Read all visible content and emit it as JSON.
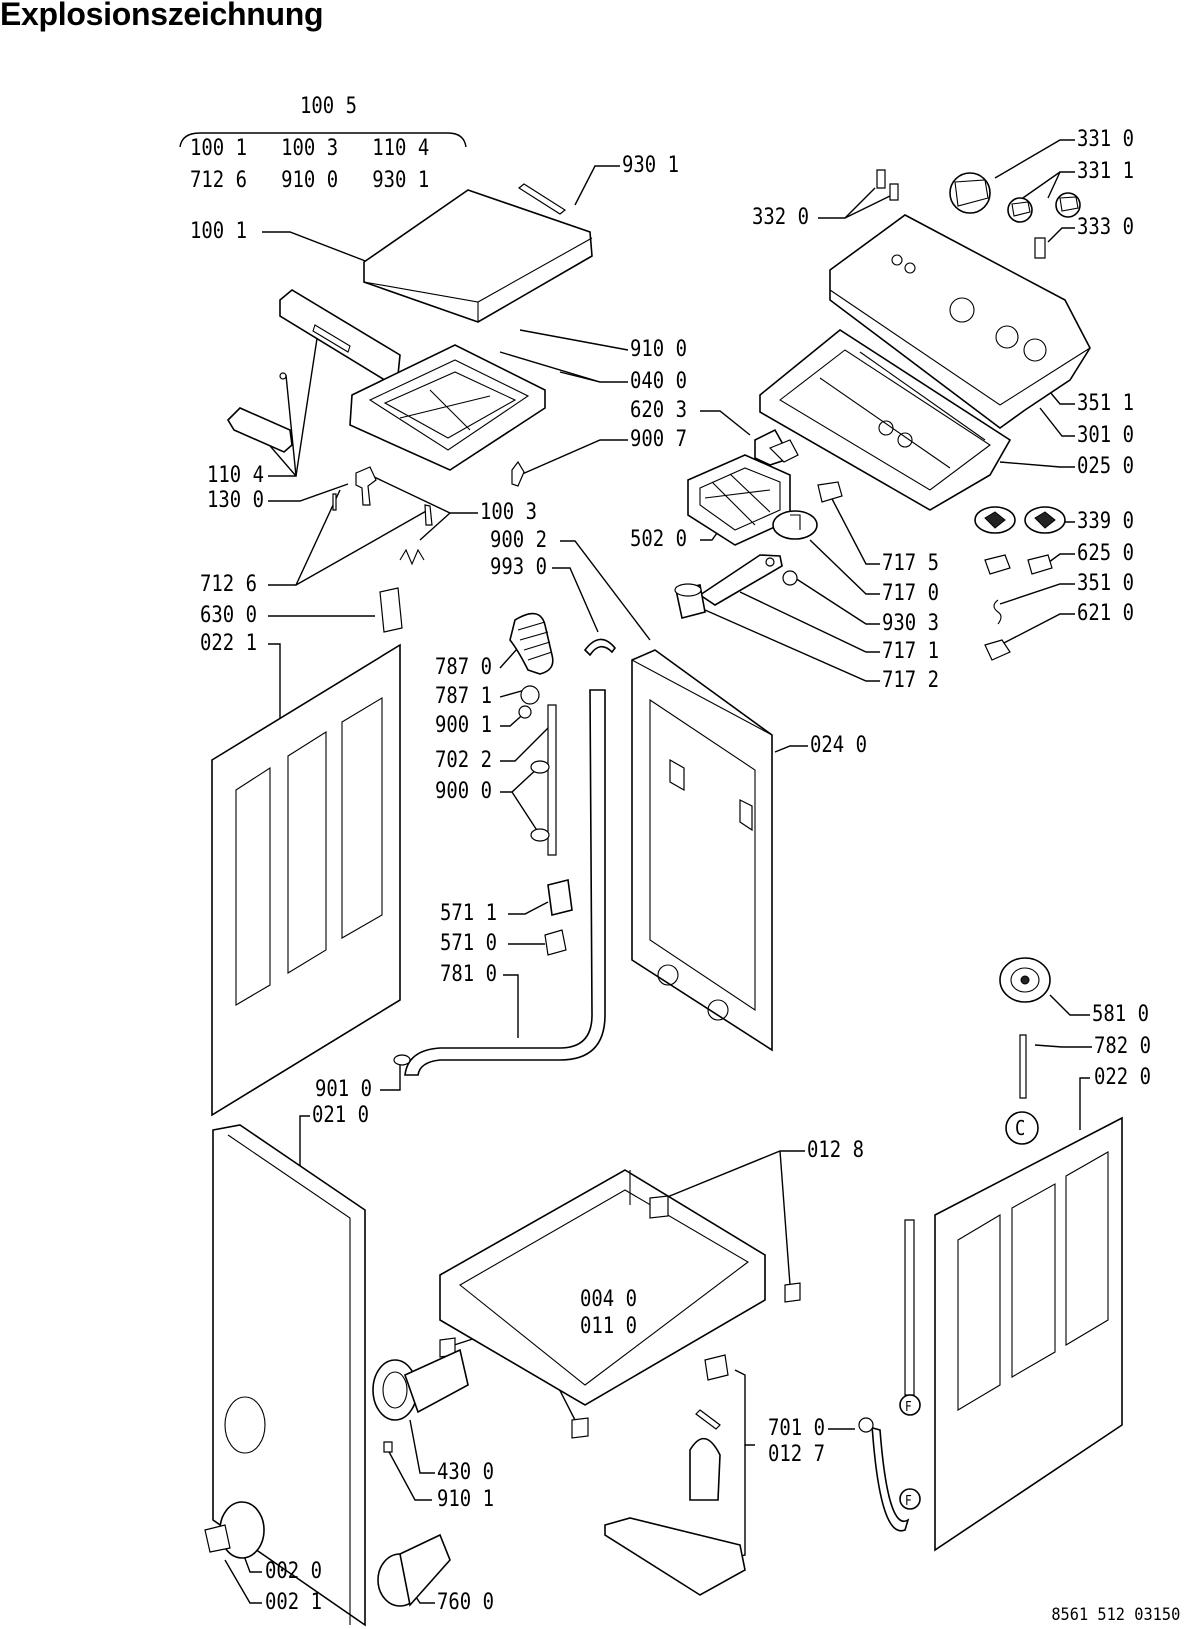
{
  "title": "Explosionszeichnung",
  "footer_code": "8561 512 03150",
  "callouts": [
    {
      "id": "c-1005",
      "text": "100 5"
    },
    {
      "id": "c-grp-row1",
      "text": "100 1   100 3   110 4"
    },
    {
      "id": "c-grp-row2",
      "text": "712 6   910 0   930 1"
    },
    {
      "id": "c-1001",
      "text": "100 1"
    },
    {
      "id": "c-9301-top",
      "text": "930 1"
    },
    {
      "id": "c-3310",
      "text": "331 0"
    },
    {
      "id": "c-3311",
      "text": "331 1"
    },
    {
      "id": "c-3320",
      "text": "332 0"
    },
    {
      "id": "c-3330",
      "text": "333 0"
    },
    {
      "id": "c-9100",
      "text": "910 0"
    },
    {
      "id": "c-0400",
      "text": "040 0"
    },
    {
      "id": "c-6203",
      "text": "620 3"
    },
    {
      "id": "c-9007",
      "text": "900 7"
    },
    {
      "id": "c-3511",
      "text": "351 1"
    },
    {
      "id": "c-3010",
      "text": "301 0"
    },
    {
      "id": "c-0250",
      "text": "025 0"
    },
    {
      "id": "c-1104",
      "text": "110 4"
    },
    {
      "id": "c-1300",
      "text": "130 0"
    },
    {
      "id": "c-1003",
      "text": "100 3"
    },
    {
      "id": "c-9002",
      "text": "900 2"
    },
    {
      "id": "c-9930",
      "text": "993 0"
    },
    {
      "id": "c-5020",
      "text": "502 0"
    },
    {
      "id": "c-7175",
      "text": "717 5"
    },
    {
      "id": "c-3390",
      "text": "339 0"
    },
    {
      "id": "c-6250",
      "text": "625 0"
    },
    {
      "id": "c-7170",
      "text": "717 0"
    },
    {
      "id": "c-3510",
      "text": "351 0"
    },
    {
      "id": "c-9303",
      "text": "930 3"
    },
    {
      "id": "c-6210",
      "text": "621 0"
    },
    {
      "id": "c-7171",
      "text": "717 1"
    },
    {
      "id": "c-7172",
      "text": "717 2"
    },
    {
      "id": "c-7126",
      "text": "712 6"
    },
    {
      "id": "c-6300",
      "text": "630 0"
    },
    {
      "id": "c-0221",
      "text": "022 1"
    },
    {
      "id": "c-7870",
      "text": "787 0"
    },
    {
      "id": "c-7871",
      "text": "787 1"
    },
    {
      "id": "c-9001",
      "text": "900 1"
    },
    {
      "id": "c-7022",
      "text": "702 2"
    },
    {
      "id": "c-9000",
      "text": "900 0"
    },
    {
      "id": "c-0240",
      "text": "024 0"
    },
    {
      "id": "c-5711",
      "text": "571 1"
    },
    {
      "id": "c-5710",
      "text": "571 0"
    },
    {
      "id": "c-7810",
      "text": "781 0"
    },
    {
      "id": "c-5810",
      "text": "581 0"
    },
    {
      "id": "c-7820",
      "text": "782 0"
    },
    {
      "id": "c-0220",
      "text": "022 0"
    },
    {
      "id": "c-9010",
      "text": "901 0"
    },
    {
      "id": "c-0210",
      "text": "021 0"
    },
    {
      "id": "c-0128",
      "text": "012 8"
    },
    {
      "id": "c-0040",
      "text": "004 0"
    },
    {
      "id": "c-0110",
      "text": "011 0"
    },
    {
      "id": "c-7010",
      "text": "701 0"
    },
    {
      "id": "c-0127",
      "text": "012 7"
    },
    {
      "id": "c-4300",
      "text": "430 0"
    },
    {
      "id": "c-9101",
      "text": "910 1"
    },
    {
      "id": "c-0020",
      "text": "002 0"
    },
    {
      "id": "c-0021",
      "text": "002 1"
    },
    {
      "id": "c-7600",
      "text": "760 0"
    }
  ],
  "markers": {
    "c_marker": "C",
    "f_marker": "F"
  }
}
